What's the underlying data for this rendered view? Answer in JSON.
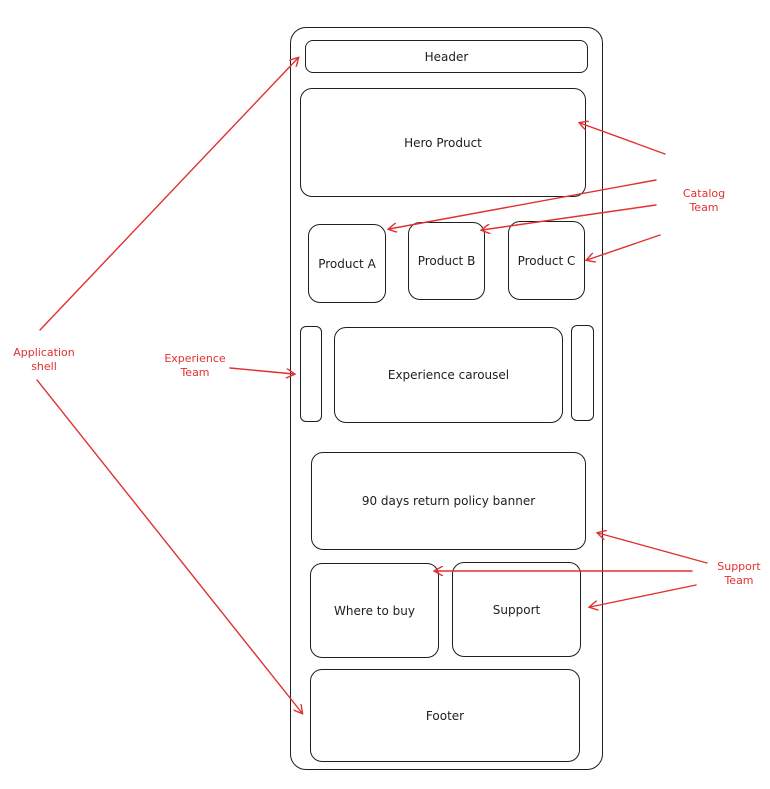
{
  "colors": {
    "ink": "#1e1e1e",
    "annotation": "#e03131"
  },
  "boxes": {
    "header": "Header",
    "hero": "Hero Product",
    "product_a": "Product A",
    "product_b": "Product B",
    "product_c": "Product C",
    "carousel": "Experience carousel",
    "banner": "90 days return policy banner",
    "where_to_buy": "Where to buy",
    "support": "Support",
    "footer": "Footer"
  },
  "annotations": {
    "application_shell": [
      "Application",
      "shell"
    ],
    "catalog_team": [
      "Catalog",
      "Team"
    ],
    "experience_team": [
      "Experience",
      "Team"
    ],
    "support_team": [
      "Support",
      "Team"
    ]
  }
}
